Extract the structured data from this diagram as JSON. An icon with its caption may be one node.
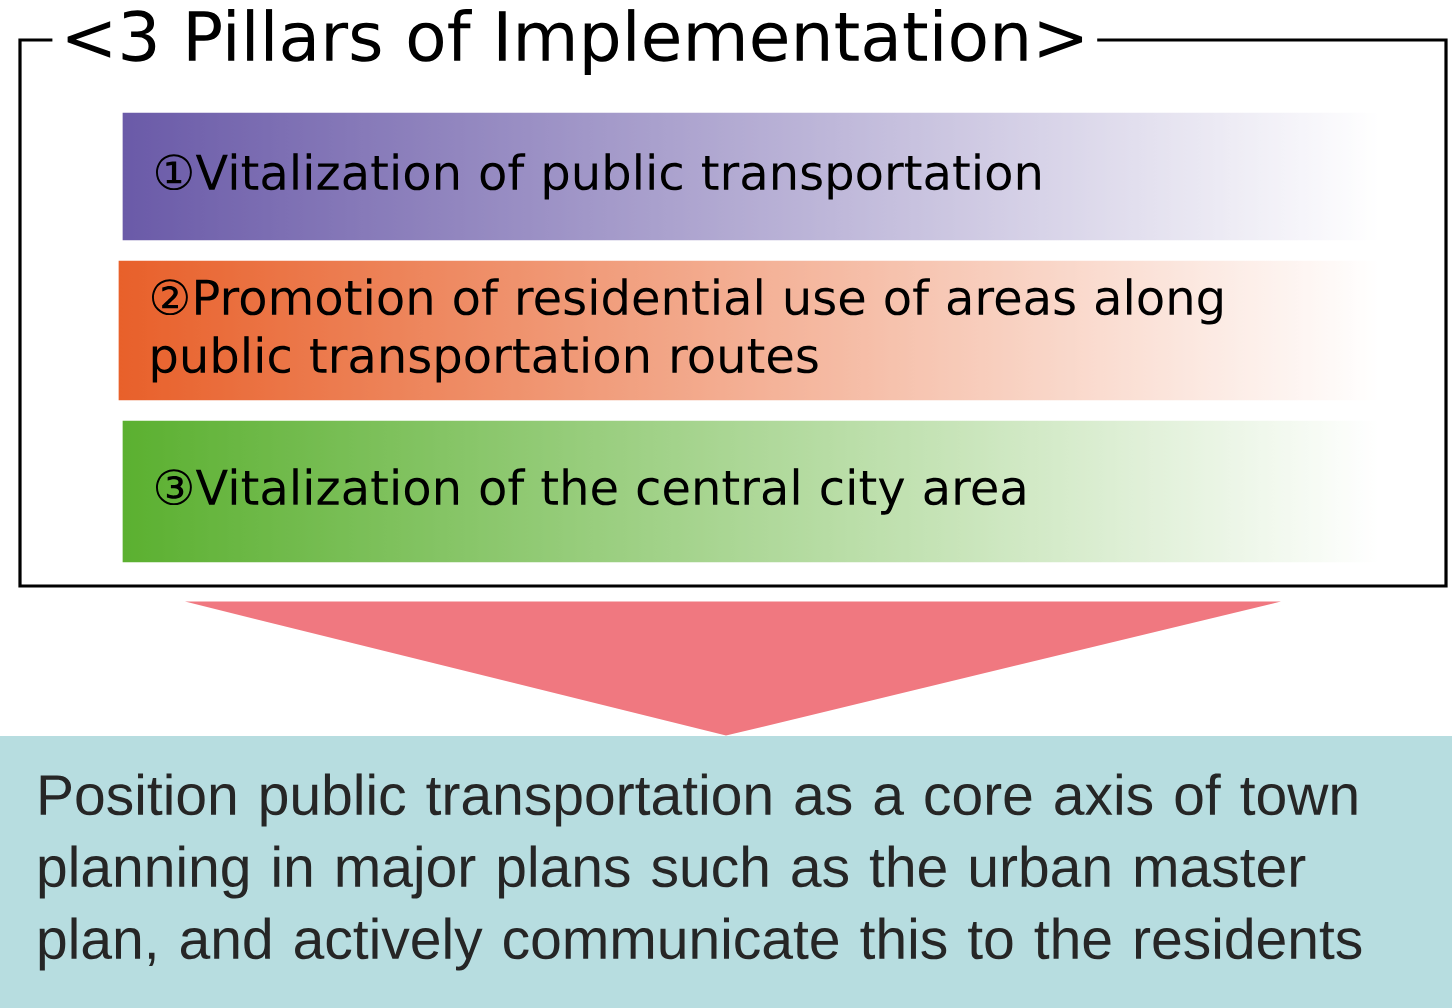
{
  "diagram": {
    "nodes": [
      {
        "text": [
          "<3 Pillars of Implementation>"
        ]
      },
      {
        "text": [
          "①Vitalization of public transportation"
        ],
        "in": 0
      },
      {
        "text": [
          "②Promotion of residential use of areas along public transportation routes"
        ],
        "in": 0
      },
      {
        "text": [
          "③Vitalization of the central city area"
        ],
        "in": 0
      },
      {
        "text": [
          "Position public transportation as a core axis of town planning in major plans such as the urban master plan, and actively communicate this to the residents"
        ]
      }
    ],
    "edges": [
      {
        "from": 0,
        "to": 4,
        "arrow": "to"
      }
    ]
  }
}
